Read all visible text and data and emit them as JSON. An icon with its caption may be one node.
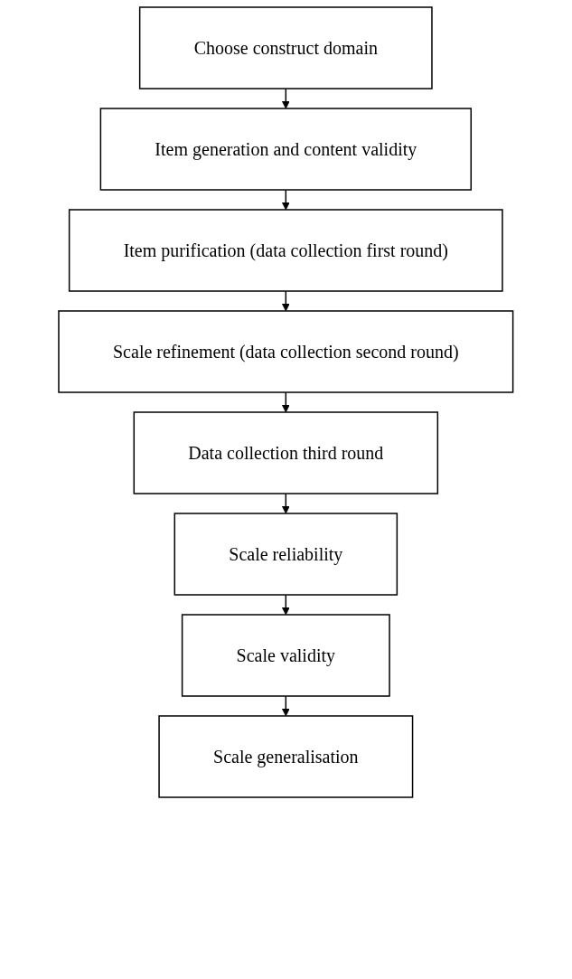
{
  "diagram": {
    "nodes": [
      {
        "text": [
          "Choose construct domain"
        ]
      },
      {
        "text": [
          "Item generation and content validity"
        ]
      },
      {
        "text": [
          "Item purification (data collection first round)"
        ]
      },
      {
        "text": [
          "Scale refinement (data collection second round)"
        ]
      },
      {
        "text": [
          "Data collection third round"
        ]
      },
      {
        "text": [
          "Scale reliability"
        ]
      },
      {
        "text": [
          "Scale validity"
        ]
      },
      {
        "text": [
          "Scale generalisation"
        ]
      }
    ],
    "edges": [
      {
        "from": 0,
        "to": 1,
        "arrow": "to"
      },
      {
        "from": 1,
        "to": 2,
        "arrow": "to"
      },
      {
        "from": 2,
        "to": 3,
        "arrow": "to"
      },
      {
        "from": 3,
        "to": 4,
        "arrow": "to"
      },
      {
        "from": 4,
        "to": 5,
        "arrow": "to"
      },
      {
        "from": 5,
        "to": 6,
        "arrow": "to"
      },
      {
        "from": 6,
        "to": 7,
        "arrow": "to"
      }
    ]
  }
}
